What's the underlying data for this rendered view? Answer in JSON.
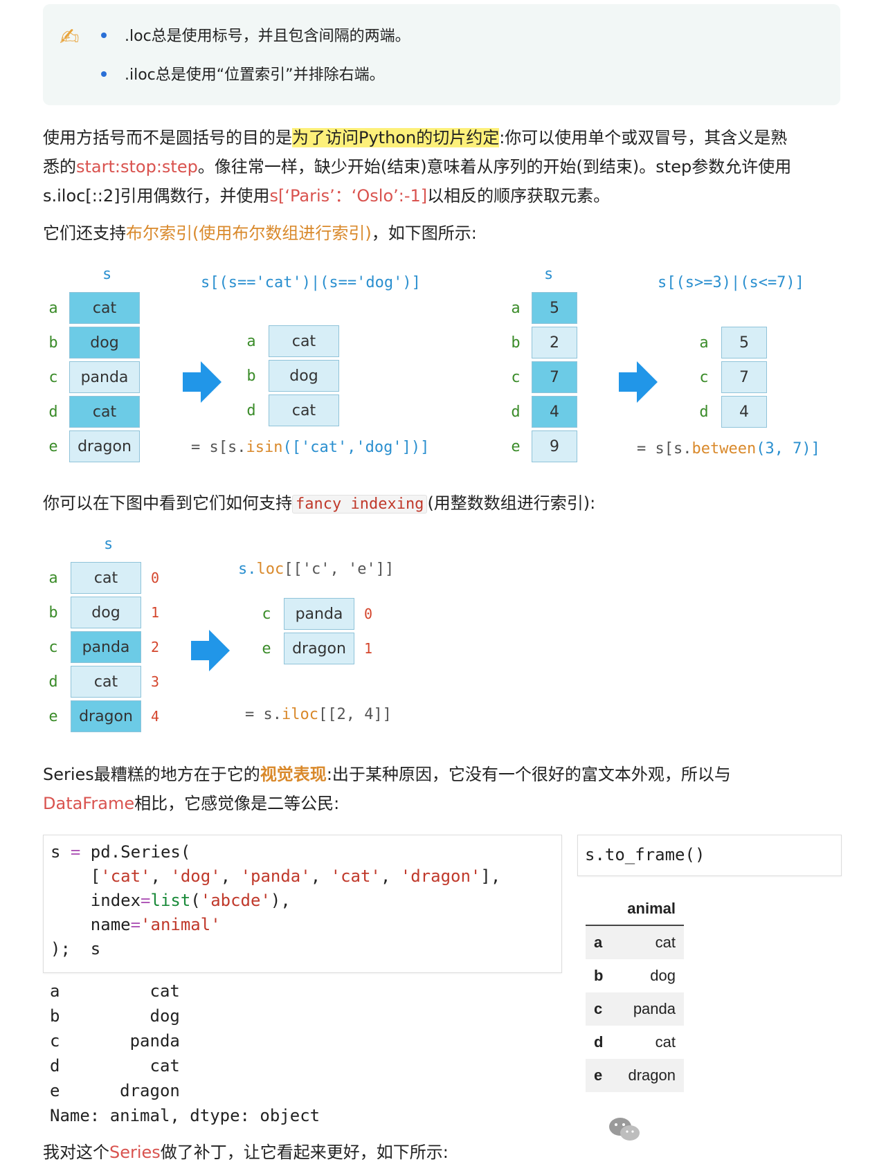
{
  "note": {
    "icon": "writing-hand-icon",
    "bullets": [
      ".loc总是使用标号，并且包含间隔的两端。",
      ".iloc总是使用“位置索引”并排除右端。"
    ]
  },
  "para1": {
    "a": "使用方括号而不是圆括号的目的是",
    "b": "为了访问Python的切片约定",
    "c": ":你可以使用单个或双冒号，其含义是熟",
    "d": "悉的",
    "e": "start:stop:step",
    "f": "。像往常一样，缺少开始(结束)意味着从序列的开始(到结束)。step参数允许使用",
    "g": "s.iloc[::2]引用偶数行，并使用",
    "h": "s[‘Paris’：‘Oslo’:-1]",
    "i": "以相反的顺序获取元素。"
  },
  "para2": {
    "a": "它们还支持",
    "b": "布尔索引(使用布尔数组进行索引)",
    "c": "，如下图所示:"
  },
  "fig1": {
    "s_label": "s",
    "index": [
      "a",
      "b",
      "c",
      "d",
      "e"
    ],
    "values": [
      "cat",
      "dog",
      "panda",
      "cat",
      "dragon"
    ],
    "expr_top": "s[(s=='cat')|(s=='dog')]",
    "result_index": [
      "a",
      "b",
      "d"
    ],
    "result_values": [
      "cat",
      "dog",
      "cat"
    ],
    "expr_bottom_a": "= s[s.",
    "expr_bottom_b": "isin",
    "expr_bottom_c": "(['cat','dog'])]"
  },
  "fig2": {
    "s_label": "s",
    "index": [
      "a",
      "b",
      "c",
      "d",
      "e"
    ],
    "values": [
      "5",
      "2",
      "7",
      "4",
      "9"
    ],
    "expr_top": "s[(s>=3)|(s<=7)]",
    "result_index": [
      "a",
      "c",
      "d"
    ],
    "result_values": [
      "5",
      "7",
      "4"
    ],
    "expr_bottom_a": "= s[s.",
    "expr_bottom_b": "between",
    "expr_bottom_c": "(3, 7)]"
  },
  "para3": {
    "a": "你可以在下图中看到它们如何支持",
    "code": "fancy indexing",
    "b": "(用整数数组进行索引):"
  },
  "fig3": {
    "s_label": "s",
    "index": [
      "a",
      "b",
      "c",
      "d",
      "e"
    ],
    "values": [
      "cat",
      "dog",
      "panda",
      "cat",
      "dragon"
    ],
    "positions": [
      "0",
      "1",
      "2",
      "3",
      "4"
    ],
    "expr_top_a": "s.",
    "expr_top_b": "loc",
    "expr_top_c": "[['c', 'e']]",
    "result_index": [
      "c",
      "e"
    ],
    "result_values": [
      "panda",
      "dragon"
    ],
    "result_positions": [
      "0",
      "1"
    ],
    "expr_bottom_a": "= s.",
    "expr_bottom_b": "iloc",
    "expr_bottom_c": "[[2, 4]]"
  },
  "para4": {
    "a": "Series最糟糕的地方在于它的",
    "b": "视觉表现",
    "c": ":出于某种原因，它没有一个很好的富文本外观，所以与",
    "d": "DataFrame",
    "e": "相比，它感觉像是二等公民:"
  },
  "code1": {
    "l1a": "s ",
    "l1op": "=",
    "l1b": " pd.Series(",
    "l2a": "    [",
    "l2s1": "'cat'",
    "l2c1": ", ",
    "l2s2": "'dog'",
    "l2c2": ", ",
    "l2s3": "'panda'",
    "l2c3": ", ",
    "l2s4": "'cat'",
    "l2c4": ", ",
    "l2s5": "'dragon'",
    "l2e": "],",
    "l3a": "    index",
    "l3op": "=",
    "l3fn": "list",
    "l3b": "(",
    "l3s": "'abcde'",
    "l3c": "),",
    "l4a": "    name",
    "l4op": "=",
    "l4s": "'animal'",
    "l5": ");  s"
  },
  "output": [
    "a         cat",
    "b         dog",
    "c       panda",
    "d         cat",
    "e      dragon",
    "Name: animal, dtype: object"
  ],
  "code2": "s.to_frame()",
  "frame": {
    "header": "animal",
    "rows": [
      {
        "i": "a",
        "v": "cat"
      },
      {
        "i": "b",
        "v": "dog"
      },
      {
        "i": "c",
        "v": "panda"
      },
      {
        "i": "d",
        "v": "cat"
      },
      {
        "i": "e",
        "v": "dragon"
      }
    ]
  },
  "para5": {
    "a": "我对这个",
    "b": "Series",
    "c": "做了补丁，让它看起来更好，如下所示:"
  },
  "watermark_icon": "wechat-icon"
}
